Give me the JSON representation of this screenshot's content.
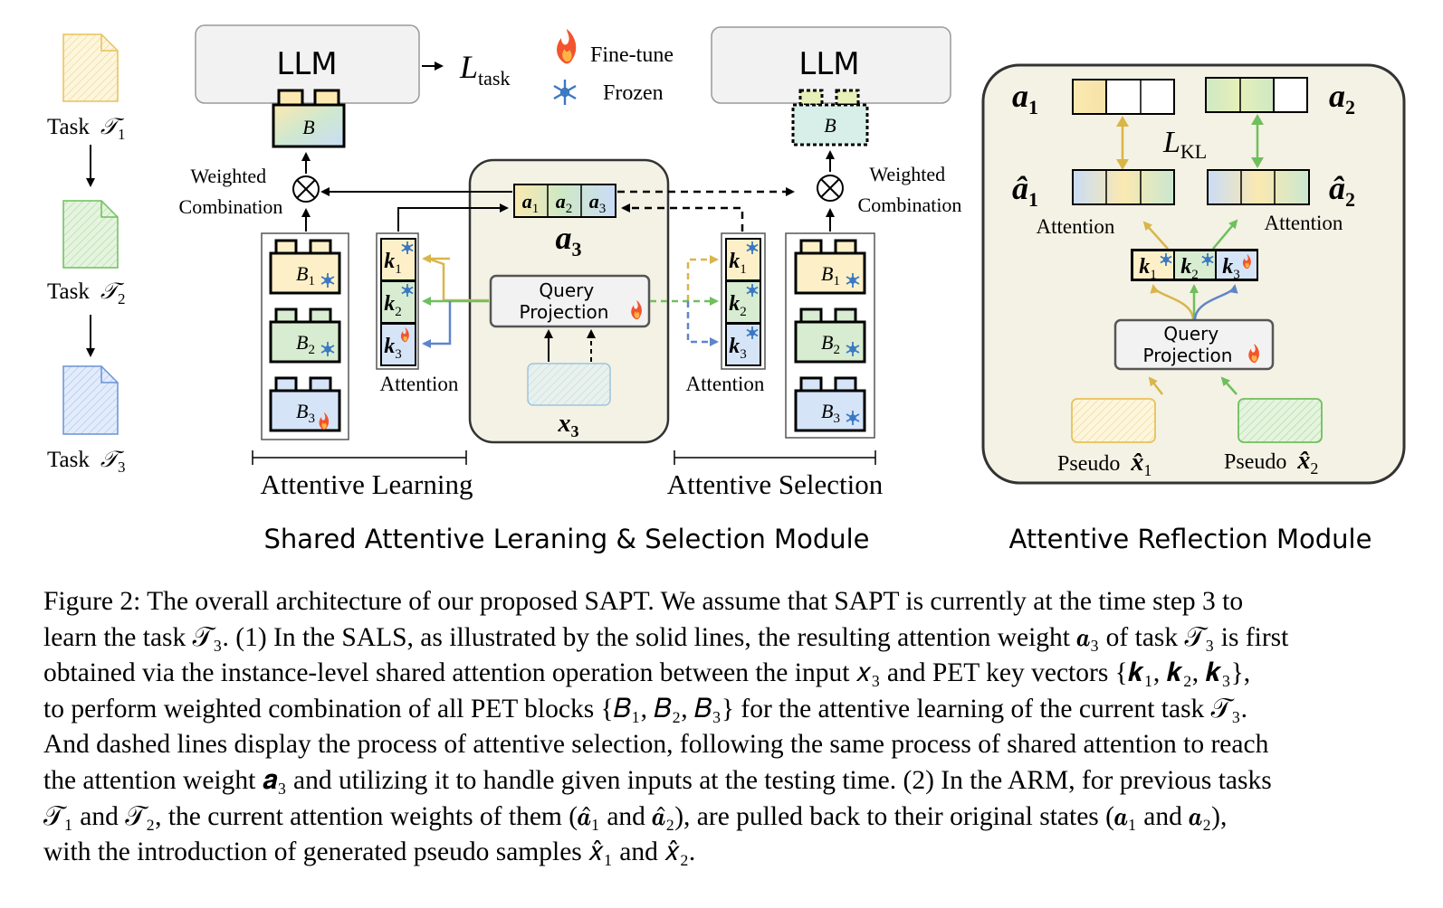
{
  "tasks": [
    {
      "label": "Task",
      "sym": "𝒯",
      "sub": "1",
      "color": "#e8c15a",
      "fill": "#fdf6dc"
    },
    {
      "label": "Task",
      "sym": "𝒯",
      "sub": "2",
      "color": "#6fbf5e",
      "fill": "#e5f4df"
    },
    {
      "label": "Task",
      "sym": "𝒯",
      "sub": "3",
      "color": "#6b92d6",
      "fill": "#e3ecfb"
    }
  ],
  "llm_label": "LLM",
  "loss_task": {
    "main": "L",
    "sub": "task"
  },
  "legend": {
    "finetune": "Fine-tune",
    "frozen": "Frozen"
  },
  "block_B": "B",
  "weighted_combination": [
    "Weighted",
    "Combination"
  ],
  "blocks_left": [
    {
      "name": "B",
      "sub": "1",
      "state": "frozen",
      "fill": "#fdf0c8"
    },
    {
      "name": "B",
      "sub": "2",
      "state": "frozen",
      "fill": "#d7ecd0"
    },
    {
      "name": "B",
      "sub": "3",
      "state": "finetune",
      "fill": "#d6e4f8"
    }
  ],
  "blocks_right": [
    {
      "name": "B",
      "sub": "1",
      "state": "frozen",
      "fill": "#fdf0c8"
    },
    {
      "name": "B",
      "sub": "2",
      "state": "frozen",
      "fill": "#d7ecd0"
    },
    {
      "name": "B",
      "sub": "3",
      "state": "frozen",
      "fill": "#d6e4f8"
    }
  ],
  "keys_left": [
    {
      "name": "k",
      "sub": "1",
      "state": "frozen"
    },
    {
      "name": "k",
      "sub": "2",
      "state": "frozen"
    },
    {
      "name": "k",
      "sub": "3",
      "state": "finetune"
    }
  ],
  "keys_right": [
    {
      "name": "k",
      "sub": "1",
      "state": "frozen"
    },
    {
      "name": "k",
      "sub": "2",
      "state": "frozen"
    },
    {
      "name": "k",
      "sub": "3",
      "state": "frozen"
    }
  ],
  "attention_label": "Attention",
  "center": {
    "weights": [
      {
        "name": "a",
        "sub": "1"
      },
      {
        "name": "a",
        "sub": "2"
      },
      {
        "name": "a",
        "sub": "3"
      }
    ],
    "a3": {
      "name": "a",
      "sub": "3"
    },
    "query_projection": [
      "Query",
      "Projection"
    ],
    "input": {
      "name": "x",
      "sub": "3"
    }
  },
  "section_labels": {
    "left": "Attentive Learning",
    "right": "Attentive Selection"
  },
  "module_titles": {
    "sals": "Shared Attentive Leraning & Selection Module",
    "arm": "Attentive Reflection Module"
  },
  "arm": {
    "a1": {
      "name": "a",
      "sub": "1"
    },
    "a2": {
      "name": "a",
      "sub": "2"
    },
    "a1_hat": {
      "name": "â",
      "sub": "1"
    },
    "a2_hat": {
      "name": "â",
      "sub": "2"
    },
    "loss_kl": {
      "main": "L",
      "sub": "KL"
    },
    "attention_left": "Attention",
    "attention_right": "Attention",
    "keys": [
      {
        "name": "k",
        "sub": "1",
        "state": "frozen"
      },
      {
        "name": "k",
        "sub": "2",
        "state": "frozen"
      },
      {
        "name": "k",
        "sub": "3",
        "state": "finetune"
      }
    ],
    "query_projection": [
      "Query",
      "Projection"
    ],
    "pseudo_left": {
      "label": "Pseudo",
      "name": "x̂",
      "sub": "1"
    },
    "pseudo_right": {
      "label": "Pseudo",
      "name": "x̂",
      "sub": "2"
    }
  },
  "colors": {
    "yellow": "#e8c15a",
    "green": "#6fbf5e",
    "blue": "#6b92d6",
    "panel": "#f4f2e4",
    "llm": "#f2f2f2"
  },
  "caption": [
    "Figure 2: The overall architecture of our proposed SAPT. We assume that SAPT is currently at the time step 3 to",
    "learn the task 𝒯₃. (1) In the SALS, as illustrated by the solid lines, the resulting attention weight 𝒂₃ of task 𝒯₃ is first",
    "obtained via the instance-level shared attention operation between the input 𝑥₃ and PET key vectors {𝒌₁, 𝒌₂, 𝒌₃},",
    "to perform weighted combination of all PET blocks {𝐵₁, 𝐵₂, 𝐵₃} for the attentive learning of the current task 𝒯₃.",
    "And dashed lines display the process of attentive selection, following the same process of shared attention to reach",
    "the attention weight 𝒂₃ and utilizing it to handle given inputs at the testing time. (2) In the ARM, for previous tasks",
    "𝒯₁ and 𝒯₂, the current attention weights of them (𝒂̂₁ and 𝒂̂₂), are pulled back to their original states (𝒂₁ and 𝒂₂),",
    "with the introduction of generated pseudo samples 𝑥̂₁ and 𝑥̂₂."
  ]
}
